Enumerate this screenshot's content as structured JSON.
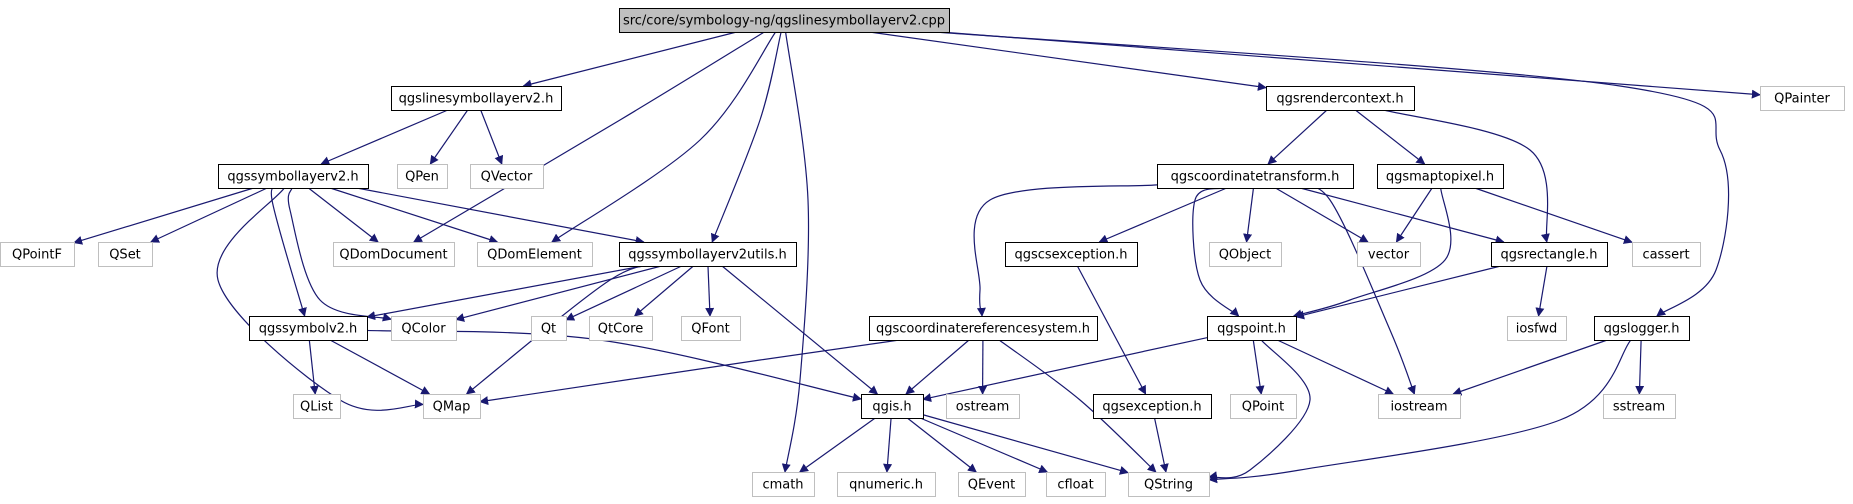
{
  "graph": {
    "nodes": [
      {
        "id": "root",
        "label": "src/core/symbology-ng/qgslinesymbollayerv2.cpp",
        "kind": "root"
      },
      {
        "id": "qgslinesymbollayerv2h",
        "label": "qgslinesymbollayerv2.h",
        "kind": "local"
      },
      {
        "id": "qgsrendercontexth",
        "label": "qgsrendercontext.h",
        "kind": "local"
      },
      {
        "id": "qpainter",
        "label": "QPainter",
        "kind": "external"
      },
      {
        "id": "qgssymbollayerv2h",
        "label": "qgssymbollayerv2.h",
        "kind": "local"
      },
      {
        "id": "qpen",
        "label": "QPen",
        "kind": "external"
      },
      {
        "id": "qvector",
        "label": "QVector",
        "kind": "external"
      },
      {
        "id": "qgscoordinatetransformh",
        "label": "qgscoordinatetransform.h",
        "kind": "local"
      },
      {
        "id": "qgsmaptopixelh",
        "label": "qgsmaptopixel.h",
        "kind": "local"
      },
      {
        "id": "qpointf",
        "label": "QPointF",
        "kind": "external"
      },
      {
        "id": "qset",
        "label": "QSet",
        "kind": "external"
      },
      {
        "id": "qdomdocument",
        "label": "QDomDocument",
        "kind": "external"
      },
      {
        "id": "qdomelement",
        "label": "QDomElement",
        "kind": "external"
      },
      {
        "id": "qgssymbollayerv2utilsh",
        "label": "qgssymbollayerv2utils.h",
        "kind": "local"
      },
      {
        "id": "qgscsexceptionh",
        "label": "qgscsexception.h",
        "kind": "local"
      },
      {
        "id": "qobject",
        "label": "QObject",
        "kind": "external"
      },
      {
        "id": "vector",
        "label": "vector",
        "kind": "external"
      },
      {
        "id": "qgsrectangleh",
        "label": "qgsrectangle.h",
        "kind": "local"
      },
      {
        "id": "cassert",
        "label": "cassert",
        "kind": "external"
      },
      {
        "id": "qgssymbolv2h",
        "label": "qgssymbolv2.h",
        "kind": "local"
      },
      {
        "id": "qcolor",
        "label": "QColor",
        "kind": "external"
      },
      {
        "id": "qt",
        "label": "Qt",
        "kind": "external"
      },
      {
        "id": "qtcore",
        "label": "QtCore",
        "kind": "external"
      },
      {
        "id": "qfont",
        "label": "QFont",
        "kind": "external"
      },
      {
        "id": "qgscoordinatereferencesystemh",
        "label": "qgscoordinatereferencesystem.h",
        "kind": "local"
      },
      {
        "id": "qgspointh",
        "label": "qgspoint.h",
        "kind": "local"
      },
      {
        "id": "iosfwd",
        "label": "iosfwd",
        "kind": "external"
      },
      {
        "id": "qgsloggerh",
        "label": "qgslogger.h",
        "kind": "local"
      },
      {
        "id": "qlist",
        "label": "QList",
        "kind": "external"
      },
      {
        "id": "qmap",
        "label": "QMap",
        "kind": "external"
      },
      {
        "id": "qgish",
        "label": "qgis.h",
        "kind": "local"
      },
      {
        "id": "ostream",
        "label": "ostream",
        "kind": "external"
      },
      {
        "id": "qgsexceptionh",
        "label": "qgsexception.h",
        "kind": "local"
      },
      {
        "id": "qpoint",
        "label": "QPoint",
        "kind": "external"
      },
      {
        "id": "iostream",
        "label": "iostream",
        "kind": "external"
      },
      {
        "id": "sstream",
        "label": "sstream",
        "kind": "external"
      },
      {
        "id": "cmath",
        "label": "cmath",
        "kind": "external"
      },
      {
        "id": "qnumerich",
        "label": "qnumeric.h",
        "kind": "external"
      },
      {
        "id": "qevent",
        "label": "QEvent",
        "kind": "external"
      },
      {
        "id": "cfloat",
        "label": "cfloat",
        "kind": "external"
      },
      {
        "id": "qstring",
        "label": "QString",
        "kind": "external"
      }
    ],
    "edges": [
      {
        "from": "root",
        "to": "qgslinesymbollayerv2h"
      },
      {
        "from": "root",
        "to": "qgsrendercontexth"
      },
      {
        "from": "root",
        "to": "qpainter"
      },
      {
        "from": "root",
        "to": "qgsloggerh"
      },
      {
        "from": "root",
        "to": "qdomdocument"
      },
      {
        "from": "root",
        "to": "qdomelement"
      },
      {
        "from": "root",
        "to": "qgssymbollayerv2utilsh"
      },
      {
        "from": "root",
        "to": "cmath"
      },
      {
        "from": "qgslinesymbollayerv2h",
        "to": "qgssymbollayerv2h"
      },
      {
        "from": "qgslinesymbollayerv2h",
        "to": "qpen"
      },
      {
        "from": "qgslinesymbollayerv2h",
        "to": "qvector"
      },
      {
        "from": "qgssymbollayerv2h",
        "to": "qpointf"
      },
      {
        "from": "qgssymbollayerv2h",
        "to": "qset"
      },
      {
        "from": "qgssymbollayerv2h",
        "to": "qdomdocument"
      },
      {
        "from": "qgssymbollayerv2h",
        "to": "qdomelement"
      },
      {
        "from": "qgssymbollayerv2h",
        "to": "qgssymbollayerv2utilsh"
      },
      {
        "from": "qgssymbollayerv2h",
        "to": "qgssymbolv2h"
      },
      {
        "from": "qgssymbollayerv2h",
        "to": "qcolor"
      },
      {
        "from": "qgssymbollayerv2h",
        "to": "qmap"
      },
      {
        "from": "qgssymbollayerv2utilsh",
        "to": "qgssymbolv2h"
      },
      {
        "from": "qgssymbollayerv2utilsh",
        "to": "qcolor"
      },
      {
        "from": "qgssymbollayerv2utilsh",
        "to": "qt"
      },
      {
        "from": "qgssymbollayerv2utilsh",
        "to": "qtcore"
      },
      {
        "from": "qgssymbollayerv2utilsh",
        "to": "qfont"
      },
      {
        "from": "qgssymbollayerv2utilsh",
        "to": "qmap"
      },
      {
        "from": "qgssymbollayerv2utilsh",
        "to": "qgish"
      },
      {
        "from": "qgssymbolv2h",
        "to": "qlist"
      },
      {
        "from": "qgssymbolv2h",
        "to": "qmap"
      },
      {
        "from": "qgssymbolv2h",
        "to": "qgish"
      },
      {
        "from": "qgsrendercontexth",
        "to": "qgscoordinatetransformh"
      },
      {
        "from": "qgsrendercontexth",
        "to": "qgsmaptopixelh"
      },
      {
        "from": "qgsrendercontexth",
        "to": "qgsrectangleh"
      },
      {
        "from": "qgscoordinatetransformh",
        "to": "qgscoordinatereferencesystemh"
      },
      {
        "from": "qgscoordinatetransformh",
        "to": "qgscsexceptionh"
      },
      {
        "from": "qgscoordinatetransformh",
        "to": "qobject"
      },
      {
        "from": "qgscoordinatetransformh",
        "to": "vector"
      },
      {
        "from": "qgscoordinatetransformh",
        "to": "qgsrectangleh"
      },
      {
        "from": "qgscoordinatetransformh",
        "to": "qgspointh"
      },
      {
        "from": "qgscoordinatetransformh",
        "to": "iostream"
      },
      {
        "from": "qgsmaptopixelh",
        "to": "vector"
      },
      {
        "from": "qgsmaptopixelh",
        "to": "cassert"
      },
      {
        "from": "qgsmaptopixelh",
        "to": "qgspointh"
      },
      {
        "from": "qgsrectangleh",
        "to": "iosfwd"
      },
      {
        "from": "qgsrectangleh",
        "to": "qgspointh"
      },
      {
        "from": "qgscsexceptionh",
        "to": "qgsexceptionh"
      },
      {
        "from": "qgscoordinatereferencesystemh",
        "to": "qmap"
      },
      {
        "from": "qgscoordinatereferencesystemh",
        "to": "qgish"
      },
      {
        "from": "qgscoordinatereferencesystemh",
        "to": "ostream"
      },
      {
        "from": "qgscoordinatereferencesystemh",
        "to": "qstring"
      },
      {
        "from": "qgspointh",
        "to": "qgish"
      },
      {
        "from": "qgspointh",
        "to": "qpoint"
      },
      {
        "from": "qgspointh",
        "to": "iostream"
      },
      {
        "from": "qgspointh",
        "to": "qstring"
      },
      {
        "from": "qgsexceptionh",
        "to": "qstring"
      },
      {
        "from": "qgsloggerh",
        "to": "iostream"
      },
      {
        "from": "qgsloggerh",
        "to": "sstream"
      },
      {
        "from": "qgsloggerh",
        "to": "qstring"
      },
      {
        "from": "qgish",
        "to": "cmath"
      },
      {
        "from": "qgish",
        "to": "qnumerich"
      },
      {
        "from": "qgish",
        "to": "qevent"
      },
      {
        "from": "qgish",
        "to": "cfloat"
      },
      {
        "from": "qgish",
        "to": "qstring"
      }
    ]
  }
}
